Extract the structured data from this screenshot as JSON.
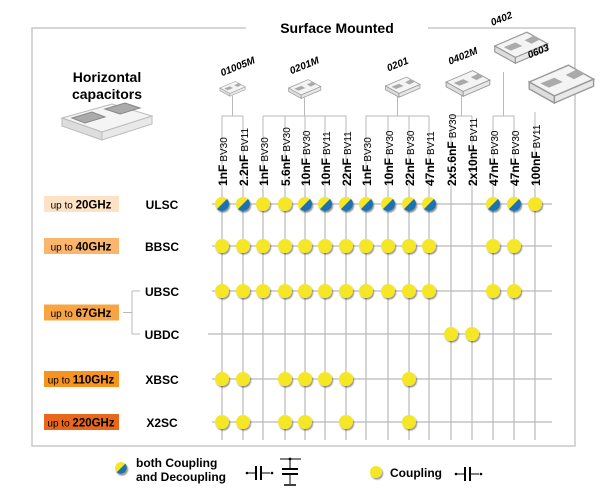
{
  "title": "Surface Mounted",
  "left_title": [
    "Horizontal",
    "capacitors"
  ],
  "packages": [
    {
      "name": "01005M",
      "cols": [
        0,
        1
      ]
    },
    {
      "name": "0201M",
      "cols": [
        2,
        3,
        4,
        5,
        6
      ]
    },
    {
      "name": "0201",
      "cols": [
        7,
        8,
        9,
        10
      ]
    },
    {
      "name": "0402M",
      "cols": [
        11,
        12
      ]
    },
    {
      "name": "0402",
      "cols": [
        13,
        14
      ]
    },
    {
      "name": "0603",
      "cols": [
        15
      ]
    }
  ],
  "columns": [
    {
      "value": "1nF",
      "series": "BV30"
    },
    {
      "value": "2.2nF",
      "series": "BV11"
    },
    {
      "value": "1nF",
      "series": "BV30"
    },
    {
      "value": "5.6nF",
      "series": "BV30"
    },
    {
      "value": "10nF",
      "series": "BV30"
    },
    {
      "value": "10nF",
      "series": "BV11"
    },
    {
      "value": "22nF",
      "series": "BV11"
    },
    {
      "value": "1nF",
      "series": "BV30"
    },
    {
      "value": "10nF",
      "series": "BV30"
    },
    {
      "value": "22nF",
      "series": "BV30"
    },
    {
      "value": "47nF",
      "series": "BV11"
    },
    {
      "value": "2x5.6nF",
      "series": "BV30"
    },
    {
      "value": "2x10nF",
      "series": "BV11"
    },
    {
      "value": "47nF",
      "series": "BV30"
    },
    {
      "value": "47nF",
      "series": "BV30"
    },
    {
      "value": "100nF",
      "series": "BV11"
    }
  ],
  "frequency_bands": [
    {
      "prefix": "up to",
      "value": "20GHz",
      "color": "#fde2c4",
      "rows": [
        0
      ]
    },
    {
      "prefix": "up to",
      "value": "40GHz",
      "color": "#fbb56c",
      "rows": [
        1
      ]
    },
    {
      "prefix": "up to",
      "value": "67GHz",
      "color": "#f9a443",
      "rows": [
        2,
        3
      ]
    },
    {
      "prefix": "up to",
      "value": "110GHz",
      "color": "#f7931e",
      "rows": [
        4
      ]
    },
    {
      "prefix": "up to",
      "value": "220GHz",
      "color": "#e8671c",
      "rows": [
        5
      ]
    }
  ],
  "rows": [
    {
      "name": "ULSC",
      "cells": [
        "D",
        "D",
        "C",
        "C",
        "D",
        "D",
        "D",
        "D",
        "D",
        "D",
        "D",
        "",
        "",
        "D",
        "D",
        "C"
      ]
    },
    {
      "name": "BBSC",
      "cells": [
        "C",
        "C",
        "C",
        "C",
        "C",
        "C",
        "C",
        "C",
        "C",
        "C",
        "C",
        "",
        "",
        "C",
        "C",
        ""
      ]
    },
    {
      "name": "UBSC",
      "cells": [
        "C",
        "C",
        "C",
        "C",
        "C",
        "C",
        "C",
        "C",
        "C",
        "C",
        "C",
        "",
        "",
        "C",
        "C",
        ""
      ]
    },
    {
      "name": "UBDC",
      "cells": [
        "",
        "",
        "",
        "",
        "",
        "",
        "",
        "",
        "",
        "",
        "",
        "C",
        "C",
        "",
        "",
        ""
      ]
    },
    {
      "name": "XBSC",
      "cells": [
        "C",
        "C",
        "",
        "C",
        "C",
        "C",
        "C",
        "",
        "",
        "C",
        "",
        "",
        "",
        "",
        "",
        ""
      ]
    },
    {
      "name": "X2SC",
      "cells": [
        "C",
        "C",
        "",
        "C",
        "C",
        "",
        "C",
        "",
        "",
        "C",
        "",
        "",
        "",
        "",
        "",
        ""
      ]
    }
  ],
  "legend": {
    "both": [
      "both Coupling",
      "and Decoupling"
    ],
    "coupling": "Coupling"
  },
  "colors": {
    "yellow": "#f5e625",
    "blue": "#1a6fb5",
    "grid": "#b9b9b9"
  }
}
